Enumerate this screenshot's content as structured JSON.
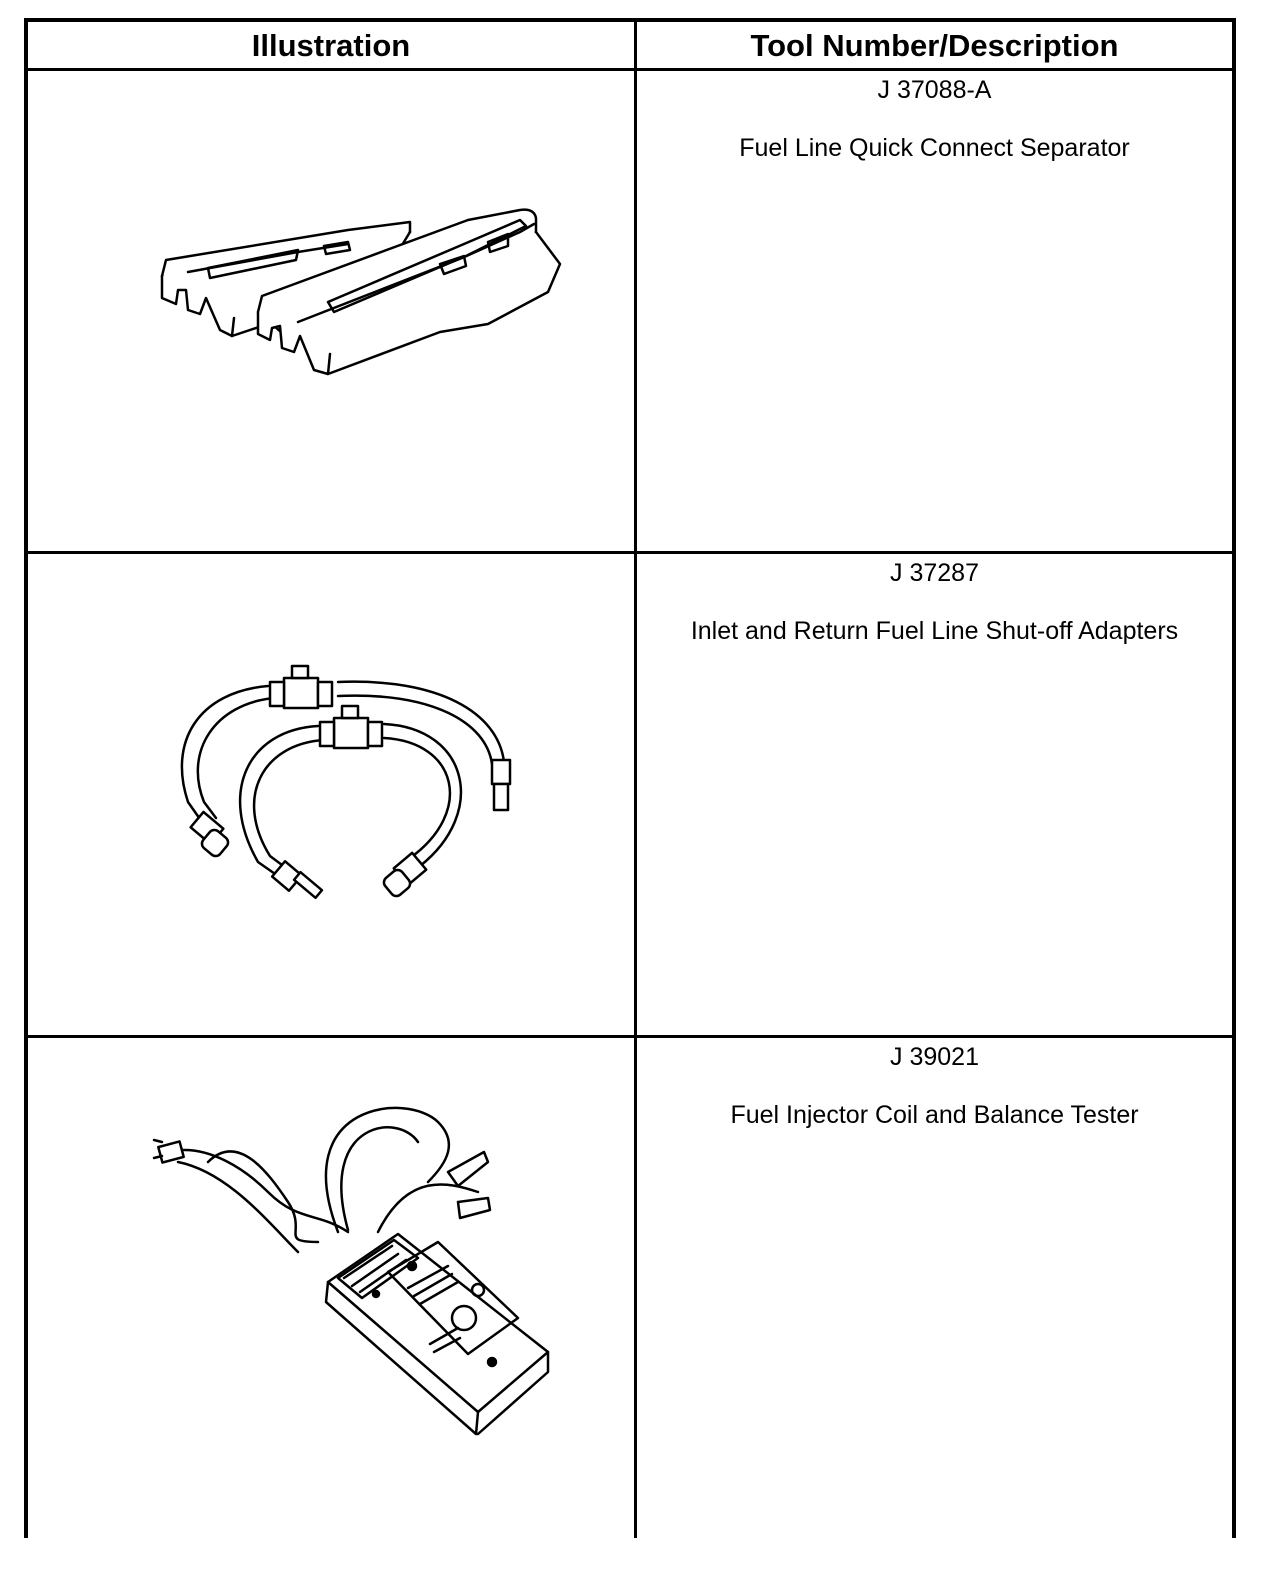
{
  "table": {
    "headers": {
      "illustration": "Illustration",
      "tool": "Tool Number/Description"
    },
    "rows": [
      {
        "number": "J 37088-A",
        "description": "Fuel Line Quick Connect Separator",
        "icon": "quick-connect-separator-illustration"
      },
      {
        "number": "J 37287",
        "description": "Inlet and Return Fuel Line Shut-off Adapters",
        "icon": "shut-off-adapters-illustration"
      },
      {
        "number": "J 39021",
        "description": "Fuel Injector Coil and Balance Tester",
        "icon": "injector-tester-illustration"
      }
    ]
  }
}
